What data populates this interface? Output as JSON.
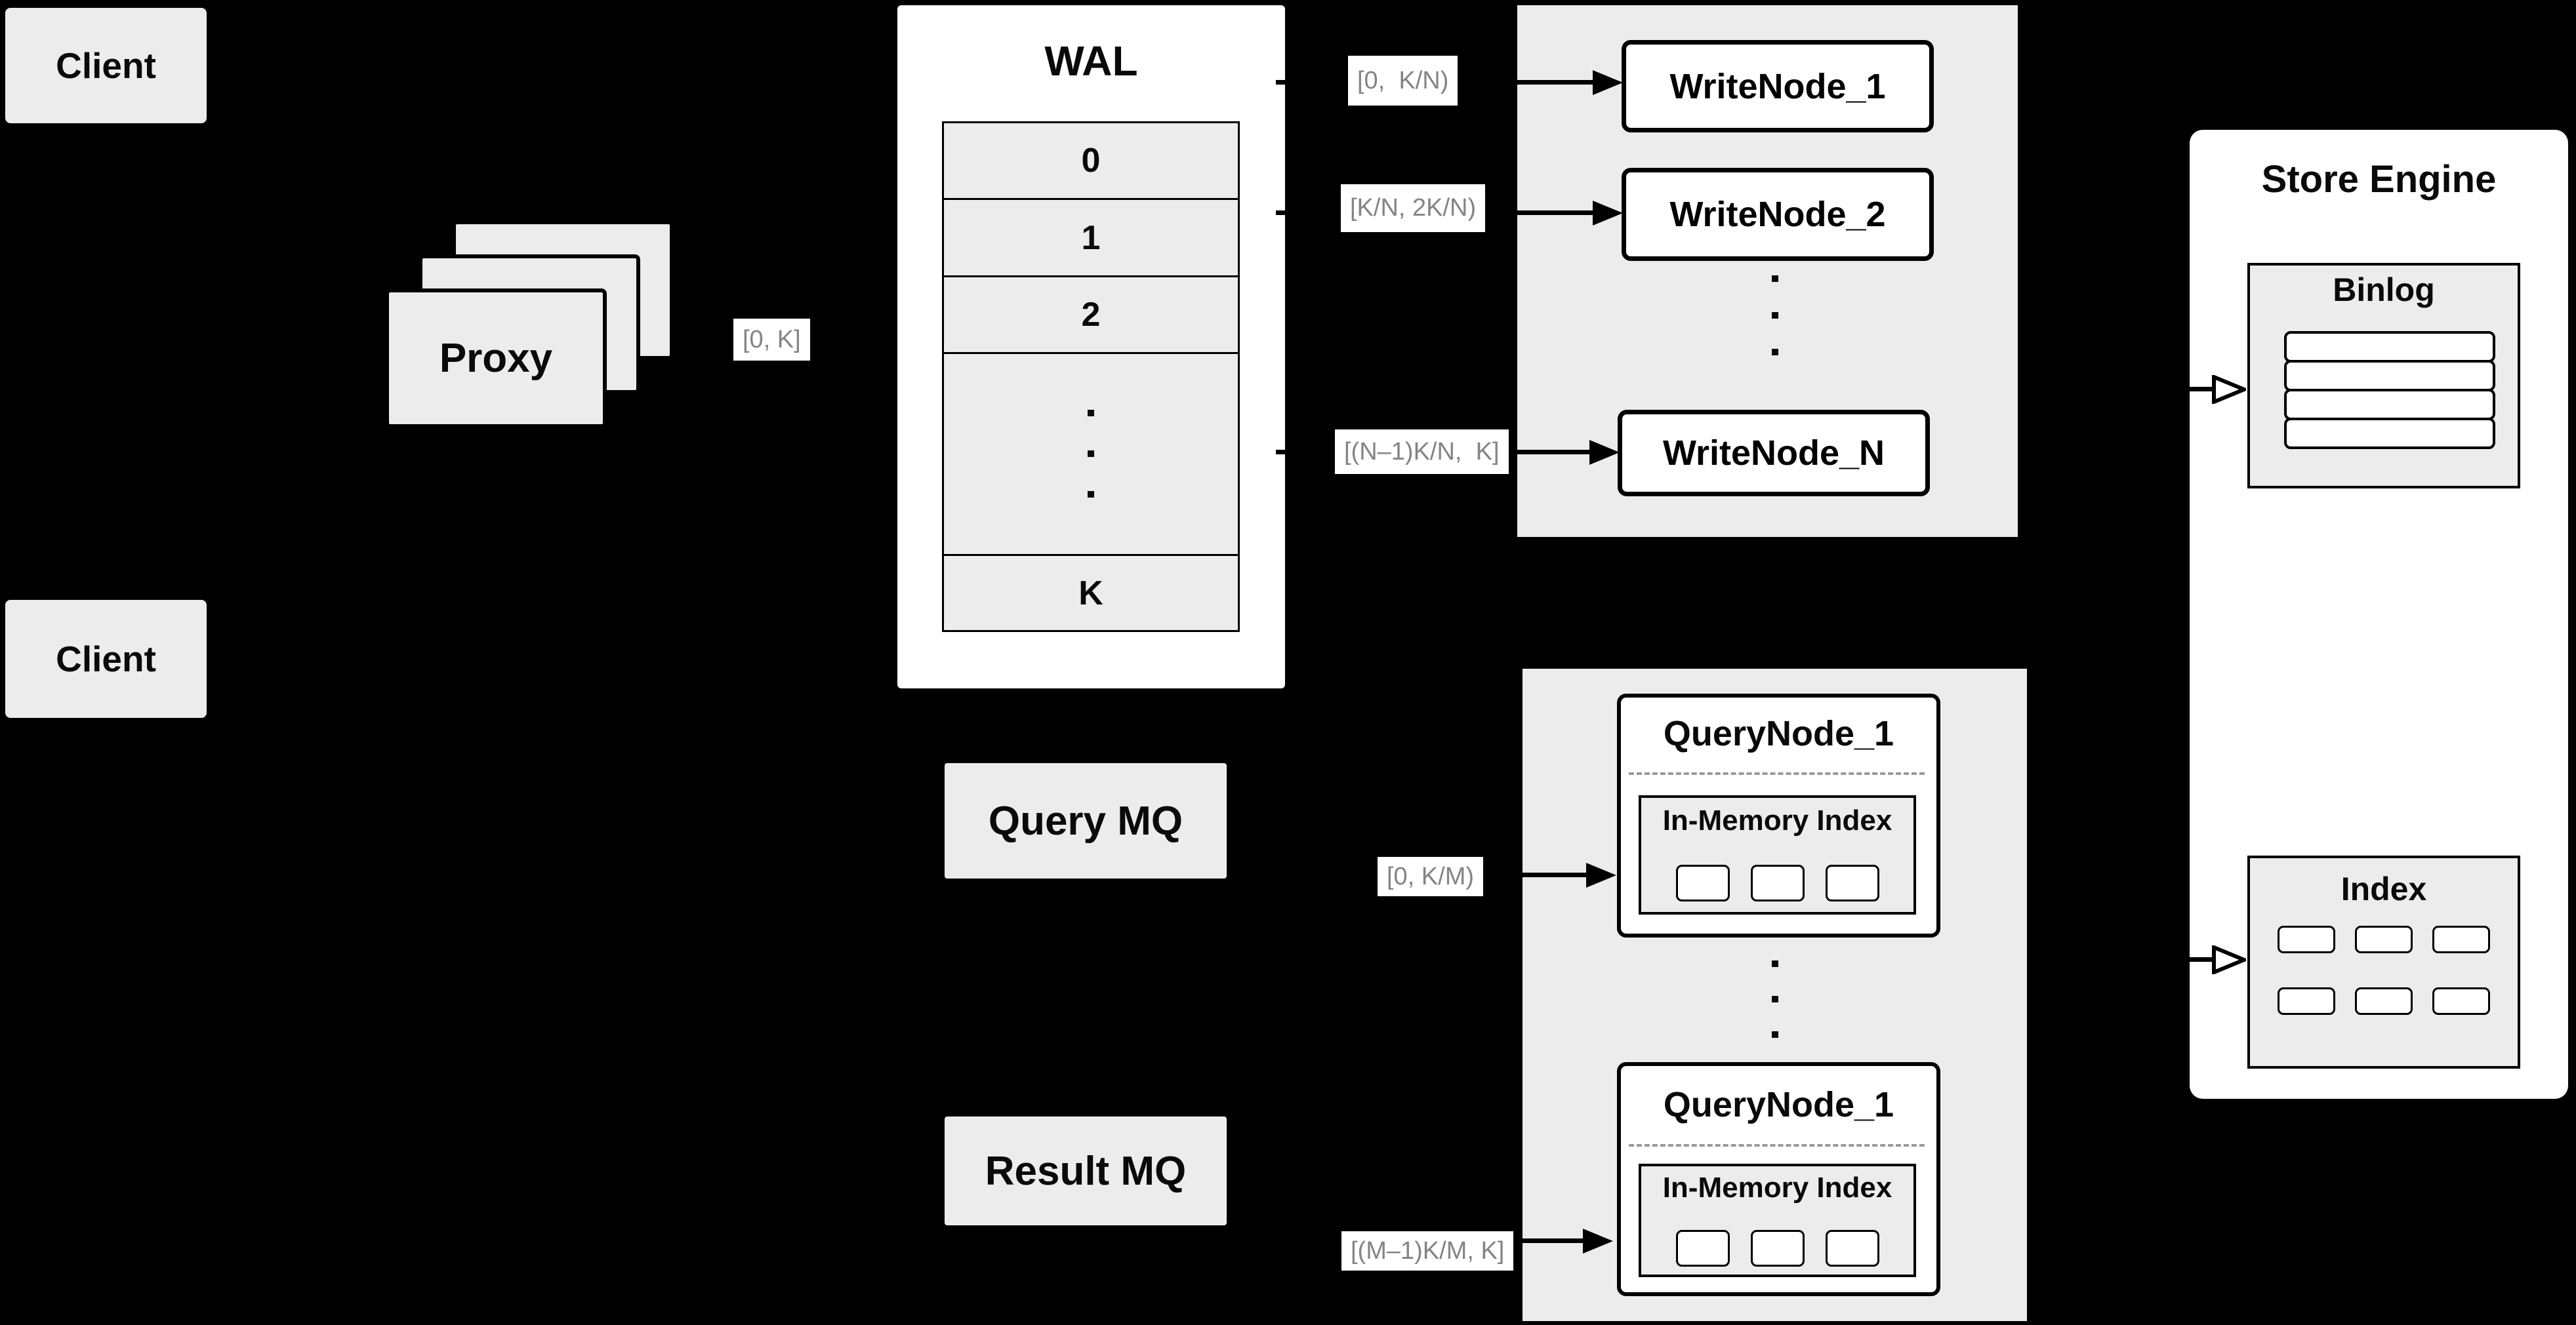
{
  "colors": {
    "background": "#000000",
    "panel_gray": "#ececec",
    "box_white": "#ffffff",
    "border_black": "#000000",
    "label_text_gray": "#848484",
    "dashed_gray": "#9a9a9a"
  },
  "clients": {
    "top_label": "Client",
    "bottom_label": "Client"
  },
  "proxy": {
    "label": "Proxy",
    "range_label": "[0, K]"
  },
  "wal": {
    "title": "WAL",
    "rows": [
      "0",
      "1",
      "2",
      "K"
    ]
  },
  "write_panel": {
    "node1": "WriteNode_1",
    "node2": "WriteNode_2",
    "nodeN": "WriteNode_N",
    "label1": "[0,  K/N)",
    "label2": "[K/N, 2K/N)",
    "labelN": "[(N–1)K/N,  K]"
  },
  "store_engine": {
    "title": "Store Engine",
    "binlog_title": "Binlog",
    "index_title": "Index"
  },
  "mq": {
    "query": "Query MQ",
    "result": "Result MQ"
  },
  "query_panel": {
    "node1_title": "QueryNode_1",
    "node2_title": "QueryNode_1",
    "inner_title1": "In-Memory Index",
    "inner_title2": "In-Memory Index",
    "label1": "[0, K/M)",
    "label2": "[(M–1)K/M, K]"
  }
}
